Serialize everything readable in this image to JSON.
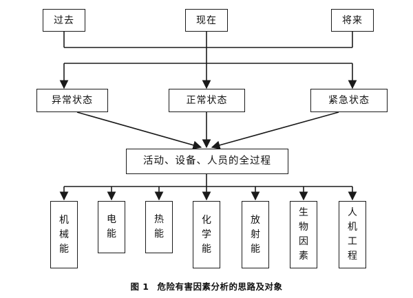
{
  "time_states": [
    "过去",
    "现在",
    "将来"
  ],
  "conditions": [
    "异常状态",
    "正常状态",
    "紧急状态"
  ],
  "process": "活动、设备、人员的全过程",
  "energy_factors": [
    "机械能",
    "电能",
    "热能",
    "化学能",
    "放射能",
    "生物因素",
    "人机工程"
  ],
  "caption": {
    "number": "图 1",
    "title": "危险有害因素分析的思路及对象"
  },
  "colors": {
    "line": "#1a1a1a",
    "background": "#ffffff"
  }
}
